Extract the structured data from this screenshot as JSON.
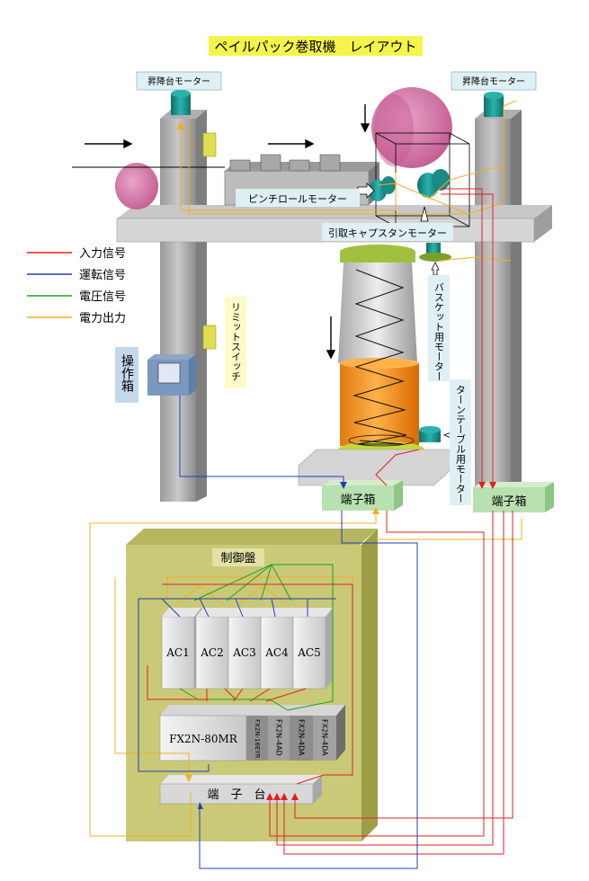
{
  "title": "ペイルパック巻取機　レイアウト",
  "labels": {
    "lift_motor_left": "昇降台モーター",
    "lift_motor_right": "昇降台モーター",
    "pinch_roll_motor": "ピンチロールモーター",
    "capstan_motor": "引取キャプスタンモーター",
    "basket_motor": "バスケット用モーター",
    "turntable_motor": "ターンテーブル用モーター",
    "limit_switch": "リミットスイッチ",
    "operation_box": "操作箱",
    "terminal_box_center": "端子箱",
    "terminal_box_right": "端子箱",
    "control_panel": "制御盤",
    "terminal_block": "端　子　台"
  },
  "legend": [
    {
      "label": "入力信号",
      "color": "#e02020"
    },
    {
      "label": "運転信号",
      "color": "#2040b0"
    },
    {
      "label": "電圧信号",
      "color": "#20a020"
    },
    {
      "label": "電力出力",
      "color": "#f0b020"
    }
  ],
  "ac_units": [
    "AC1",
    "AC2",
    "AC3",
    "AC4",
    "AC5"
  ],
  "plc": {
    "main": "FX2N-80MR",
    "modules": [
      "FX2N-16EYR",
      "FX2N-4AD",
      "FX2N-4DA",
      "FX2N-4DA"
    ]
  },
  "colors": {
    "input_signal": "#e02020",
    "run_signal": "#2040b0",
    "voltage_signal": "#20a020",
    "power_output": "#f0b020",
    "motor": "#1a8a86",
    "drum": "#d77aa8",
    "panel": "#c9c978",
    "title_bg": "#f4f44a",
    "label_bg": "#dff0f4",
    "terminal_green": "#b8e0b0"
  }
}
